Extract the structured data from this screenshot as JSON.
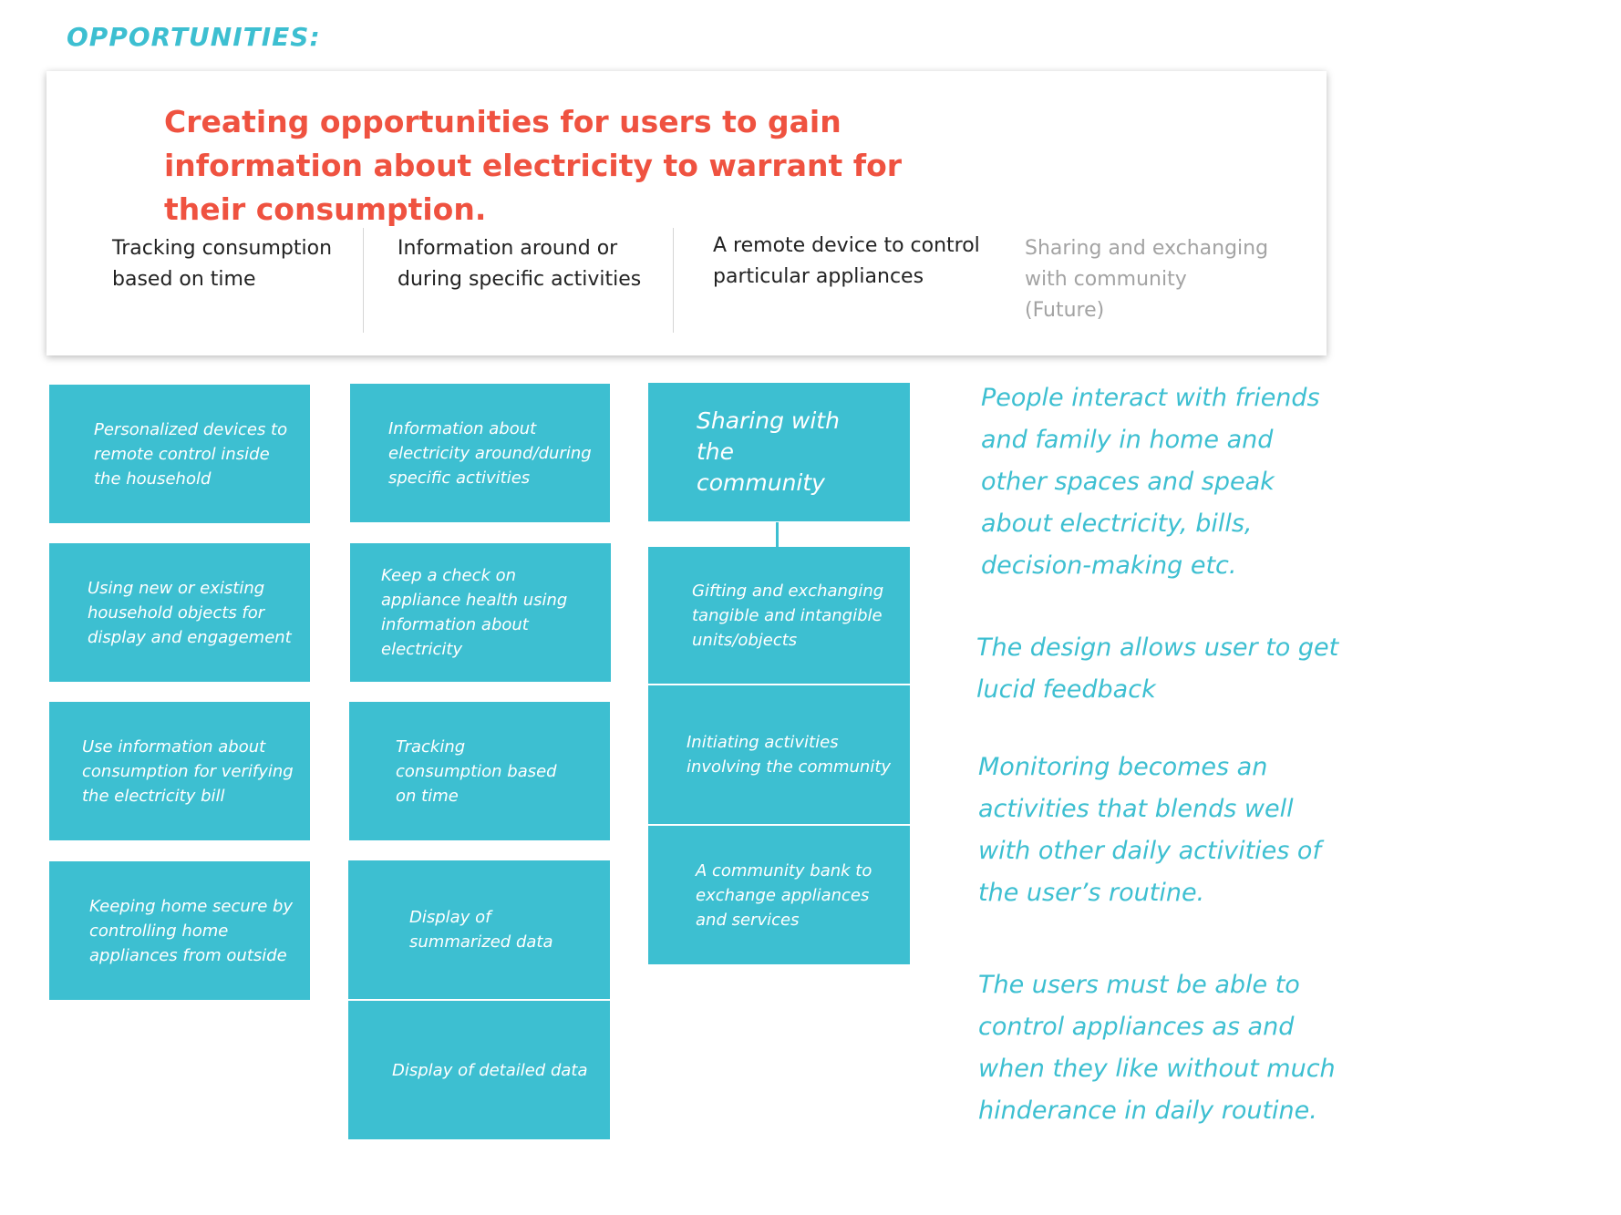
{
  "heading": "OPPORTUNITIES:",
  "headline": "Creating opportunities for users to gain information about electricity to warrant for their consumption.",
  "columns": [
    {
      "text": "Tracking consumption based on time"
    },
    {
      "text": "Information around or during specific activities"
    },
    {
      "text": "A remote device to control particular appliances"
    },
    {
      "text": "Sharing and exchanging with community (Future)"
    }
  ],
  "boxes_col1": [
    "Personalized devices to remote control inside the household",
    "Using new or existing household objects for display and engagement",
    "Use information about consumption for verifying the electricity bill",
    "Keeping home secure by controlling home appliances from outside"
  ],
  "boxes_col2": [
    "Information about electricity around/during specific activities",
    "Keep a check on appliance health using information about electricity",
    "Tracking consumption based on time",
    "Display of summarized data",
    "Display of detailed data"
  ],
  "boxes_col3": [
    "Sharing with the community",
    "Gifting and exchanging tangible and intangible units/objects",
    "Initiating activities involving the community",
    "A community bank to exchange appliances and services"
  ],
  "notes": [
    "People interact with friends and family in home and other spaces and speak about electricity, bills, decision-making etc.",
    "The design allows user to get lucid feedback",
    "Monitoring becomes an activities that blends well with other daily activities of the user’s routine.",
    "The users must be able to control appliances as and when they like without much hinderance in daily routine."
  ],
  "colors": {
    "accent": "#3dbfd1",
    "headline": "#ef5240",
    "future_text": "#a3a3a3"
  }
}
